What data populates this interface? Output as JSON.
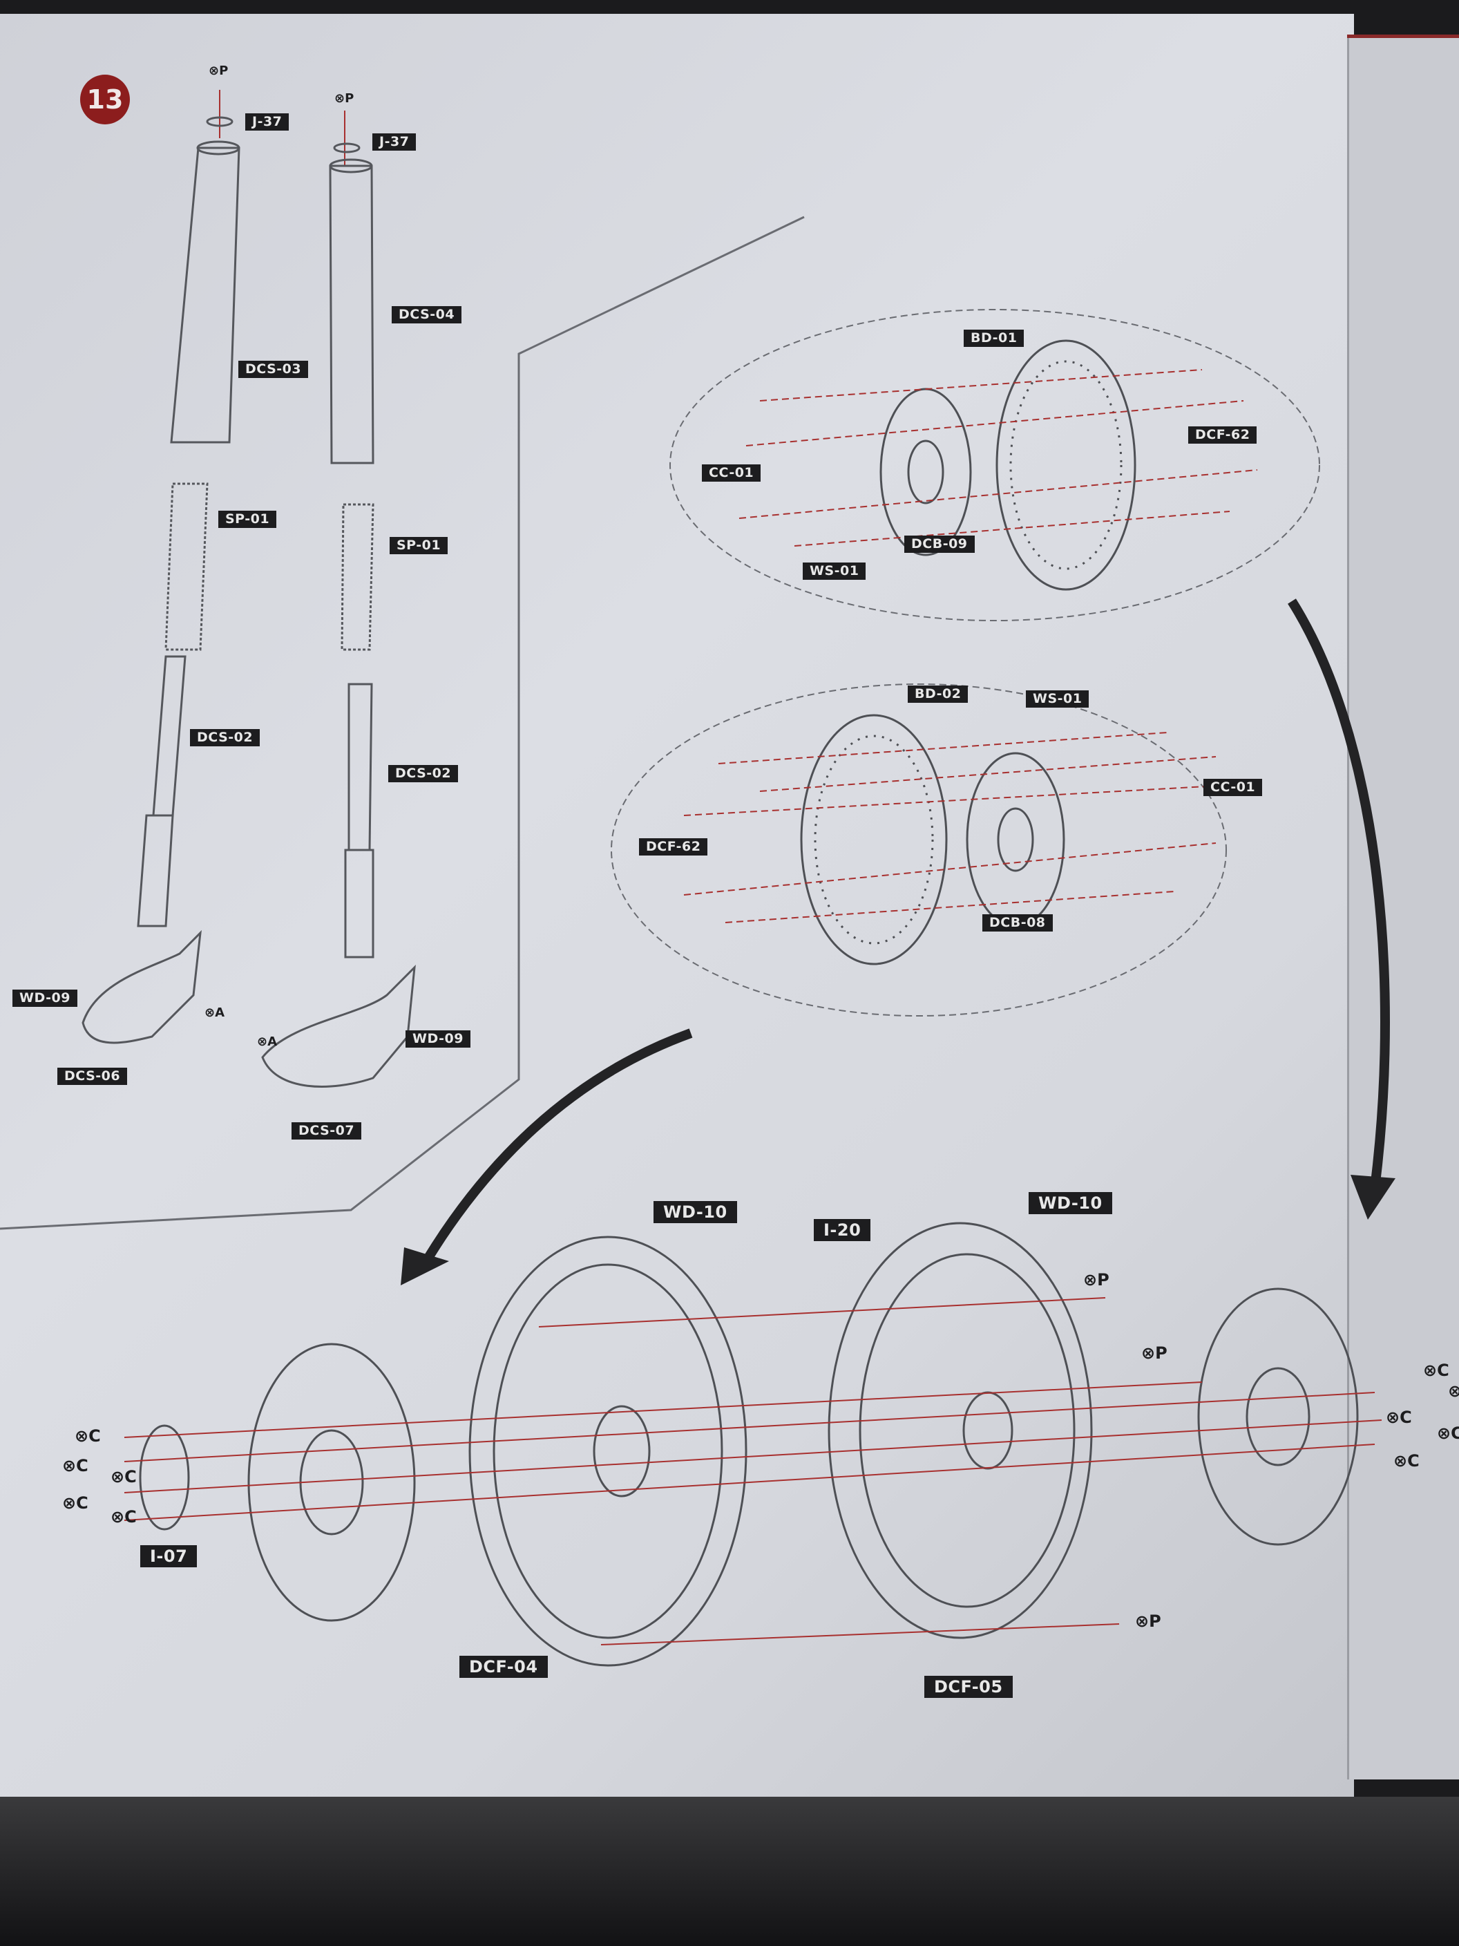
{
  "step_number": "13",
  "fastener_marks": {
    "P": "⊗P",
    "A": "⊗A",
    "C": "⊗C"
  },
  "fork_labels": [
    "J-37",
    "J-37",
    "DCS-03",
    "DCS-04",
    "SP-01",
    "SP-01",
    "DCS-02",
    "DCS-02",
    "WD-09",
    "DCS-06",
    "WD-09",
    "DCS-07"
  ],
  "fork_marks": [
    "⊗P",
    "⊗P",
    "⊗A",
    "⊗A"
  ],
  "disc_assembly_1_labels": [
    "BD-01",
    "DCF-62",
    "CC-01",
    "DCB-09",
    "WS-01"
  ],
  "disc_assembly_2_labels": [
    "BD-02",
    "WS-01",
    "CC-01",
    "DCF-62",
    "DCB-08"
  ],
  "wheel_labels": [
    "WD-10",
    "I-20",
    "WD-10",
    "I-07",
    "DCF-04",
    "DCF-05"
  ],
  "wheel_marks": [
    "⊗P",
    "⊗P",
    "⊗P",
    "⊗C",
    "⊗C",
    "⊗C",
    "⊗C",
    "⊗C",
    "⊗C",
    "⊗C",
    "⊗C",
    "⊗C",
    "⊗C"
  ],
  "colors": {
    "step_badge": "#8c1d1d",
    "label_bg": "#1d1d1f",
    "guide_line": "#a8302f",
    "paper": "#d9dbe0"
  }
}
